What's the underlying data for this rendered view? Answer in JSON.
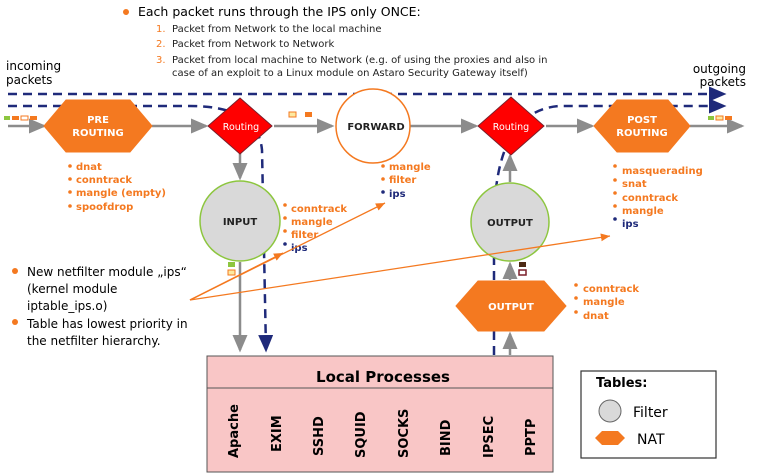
{
  "intro": {
    "headline": "Each packet runs through the IPS only ONCE:",
    "items": [
      "Packet from Network to the local machine",
      "Packet from Network to Network",
      "Packet from local machine to Network (e.g. of using the proxies and also in",
      "case of an exploit to a Linux module on Astaro Security Gateway itself)"
    ],
    "numbers": [
      "1.",
      "2.",
      "3."
    ]
  },
  "edge_labels": {
    "incoming": [
      "incoming",
      "packets"
    ],
    "outgoing": [
      "outgoing",
      "packets"
    ]
  },
  "nodes": {
    "prerouting": [
      "PRE",
      "ROUTING"
    ],
    "routing_left": "Routing",
    "forward": "FORWARD",
    "routing_right": "Routing",
    "postrouting": [
      "POST",
      "ROUTING"
    ],
    "input": "INPUT",
    "output_filter": "OUTPUT",
    "output_nat": "OUTPUT",
    "local_processes": "Local Processes"
  },
  "tables": {
    "prerouting": [
      "dnat",
      "conntrack",
      "mangle (empty)",
      "spoofdrop"
    ],
    "forward": [
      "mangle",
      "filter",
      "ips"
    ],
    "postrouting": [
      "masquerading",
      "snat",
      "conntrack",
      "mangle",
      "ips"
    ],
    "input": [
      "conntrack",
      "mangle",
      "filter",
      "ips"
    ],
    "output_nat": [
      "conntrack",
      "mangle",
      "dnat"
    ]
  },
  "notes": [
    [
      "New netfilter module „ips“",
      "(kernel module",
      "iptable_ips.o)"
    ],
    [
      "Table has lowest priority in",
      "the netfilter hierarchy."
    ]
  ],
  "processes": [
    "Apache",
    "EXIM",
    "SSHD",
    "SQUID",
    "SOCKS",
    "BIND",
    "IPSEC",
    "PPTP"
  ],
  "legend": {
    "title": "Tables:",
    "filter": "Filter",
    "nat": "NAT"
  },
  "colors": {
    "orange": "#f47920",
    "red": "#ff0000",
    "navy": "#1f2a7a",
    "gray_arrow": "#8c8c8c",
    "filter_fill": "#d9d9d9",
    "filter_stroke": "#8dc63f",
    "local_fill": "#f9c6c6"
  }
}
